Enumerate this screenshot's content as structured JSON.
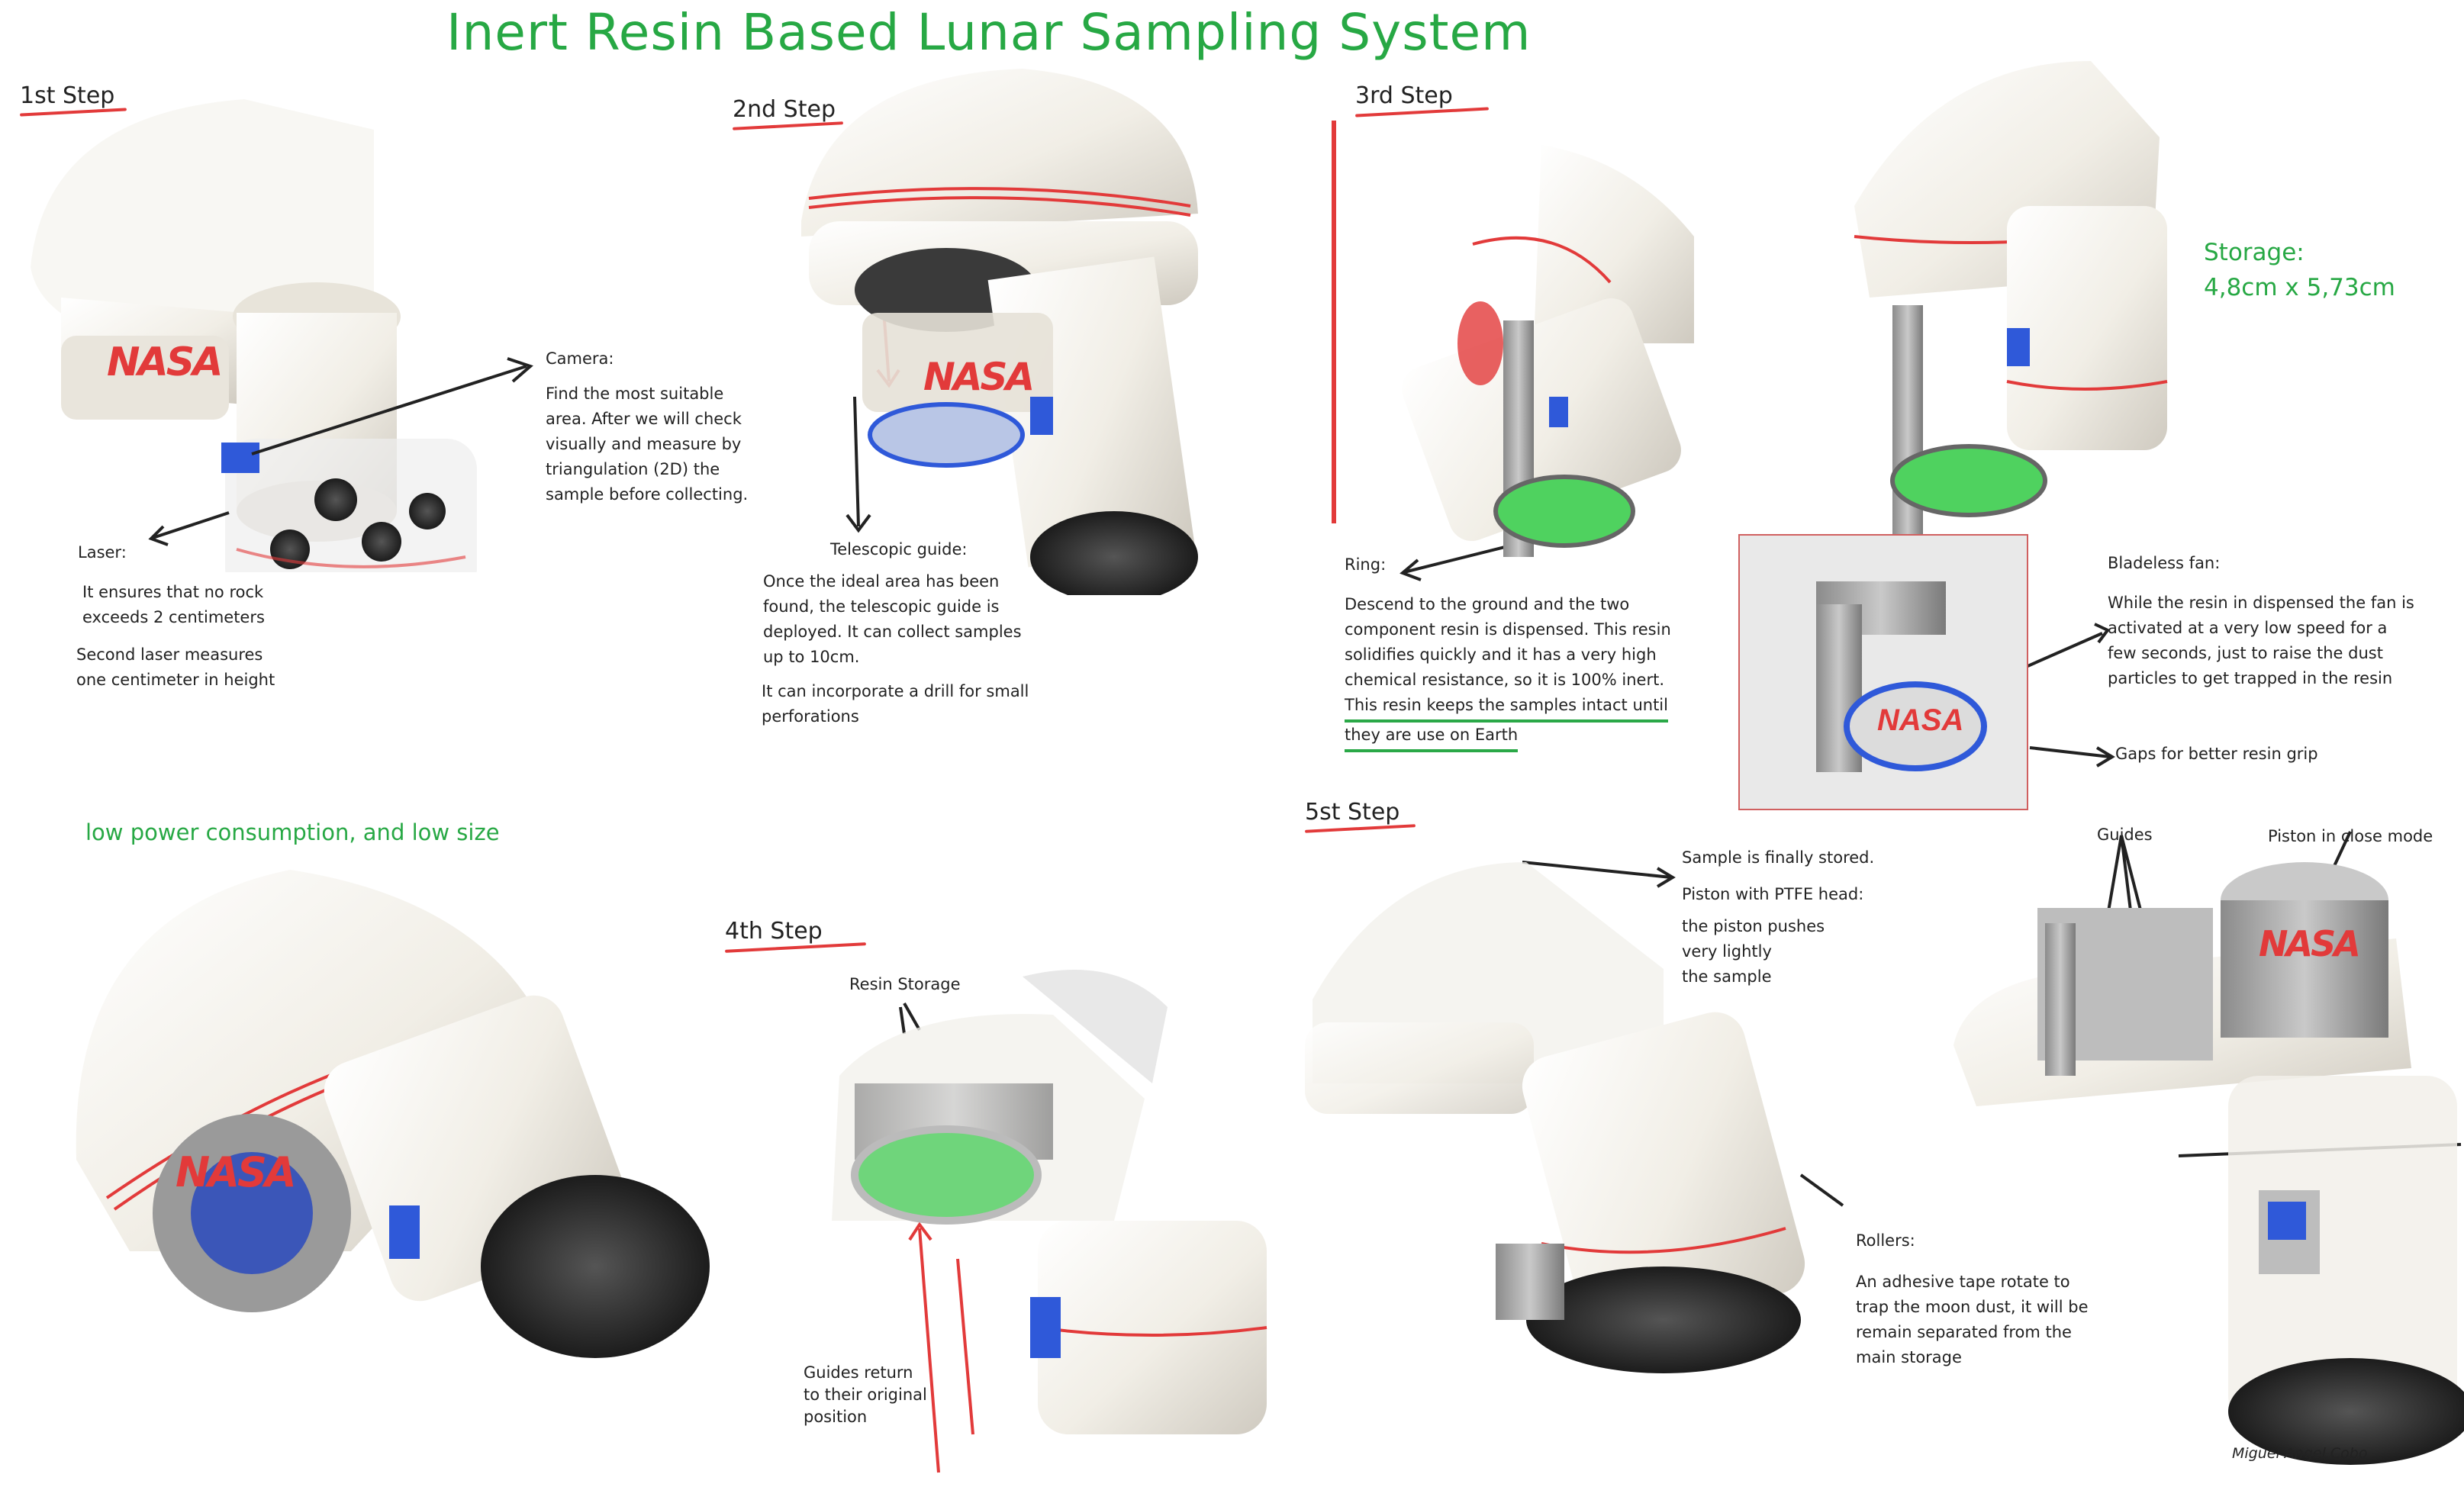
{
  "title": "Inert Resin Based Lunar Sampling System",
  "steps": {
    "s1": "1st Step",
    "s2": "2nd Step",
    "s3": "3rd Step",
    "s4": "4th Step",
    "s5": "5st Step"
  },
  "step1": {
    "camera_title": "Camera:",
    "camera_lines": [
      "Find the most suitable",
      "area. After we will check",
      "visually and measure by",
      "triangulation (2D) the",
      "sample before collecting."
    ],
    "laser_title": "Laser:",
    "laser_lines": [
      "It ensures that no rock",
      "exceeds 2 centimeters"
    ],
    "laser2_lines": [
      "Second laser measures",
      "one centimeter in height"
    ]
  },
  "step2": {
    "guide_title": "Telescopic guide:",
    "guide_lines": [
      "Once the ideal area has been",
      "found, the telescopic guide is",
      "deployed. It can collect samples",
      "up to 10cm."
    ],
    "drill_lines": [
      "It can incorporate a drill for small",
      "perforations"
    ]
  },
  "step3": {
    "ring_title": "Ring:",
    "ring_lines": [
      "Descend to the ground and the two",
      "component resin is dispensed. This resin",
      "solidifies quickly and it has a very high",
      "chemical resistance, so it is 100% inert."
    ],
    "ring_green_lines": [
      "This resin keeps the samples intact until",
      "they are use on Earth"
    ],
    "storage_lines": [
      "Storage:",
      "4,8cm x 5,73cm"
    ],
    "fan_title": "Bladeless fan:",
    "fan_lines": [
      "While the resin in dispensed the fan is",
      "activated at a very low speed for a",
      "few seconds, just to raise the dust",
      "particles to get trapped in the resin"
    ],
    "gaps": "Gaps for better resin grip"
  },
  "bottom": {
    "low_power": "low power consumption, and low size"
  },
  "step4": {
    "resin_storage": "Resin Storage",
    "guides_return": [
      "Guides return",
      "to their original",
      "position"
    ]
  },
  "step5": {
    "stored": "Sample is finally stored.",
    "piston_title": "Piston with PTFE head:",
    "piston_lines": [
      "the piston pushes",
      "very lightly",
      "the sample"
    ],
    "rollers_title": "Rollers:",
    "rollers_lines": [
      "An adhesive tape rotate to",
      "trap the moon dust, it will be",
      "remain separated from the",
      "main storage"
    ],
    "guides": "Guides",
    "piston_close": "Piston in close mode",
    "author": "Miguel Angel Cobo"
  },
  "logo_text": "NASA",
  "colors": {
    "title_green": "#27a844",
    "accent_red": "#e23a3a",
    "body": "#f1eee6",
    "window_blue": "#2f59d9",
    "resin_green": "#4fd25f"
  }
}
